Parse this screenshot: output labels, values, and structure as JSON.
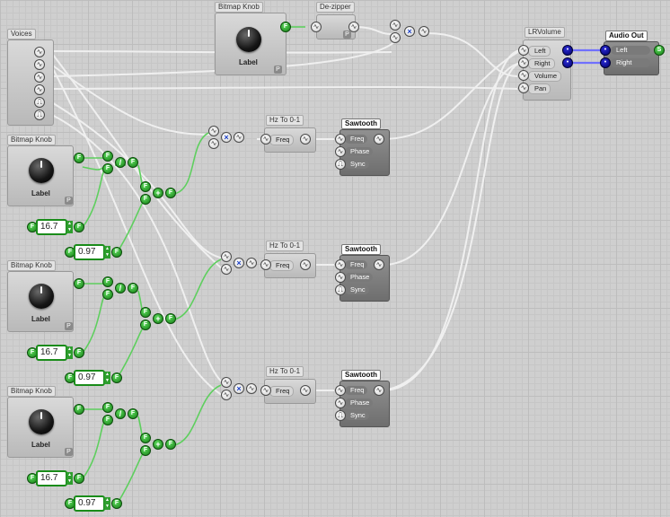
{
  "voices": {
    "title": "Voices"
  },
  "top_knob": {
    "title": "Bitmap Knob",
    "label": "Label",
    "badge": "P"
  },
  "dezipper": {
    "title": "De-zipper",
    "badge": "P"
  },
  "lrvolume": {
    "title": "LRVolume",
    "inputs": [
      "Left",
      "Right",
      "Volume",
      "Pan"
    ]
  },
  "audio_out": {
    "title": "Audio Out",
    "inputs": [
      "Left",
      "Right"
    ],
    "badge": "S"
  },
  "rows": [
    {
      "knob_title": "Bitmap Knob",
      "knob_label": "Label",
      "badge": "P",
      "value1": "16.7",
      "value2": "0.97",
      "hz_title": "Hz To 0-1",
      "hz_input": "Freq",
      "saw_title": "Sawtooth",
      "saw_inputs": [
        "Freq",
        "Phase",
        "Sync"
      ]
    },
    {
      "knob_title": "Bitmap Knob",
      "knob_label": "Label",
      "badge": "P",
      "value1": "16.7",
      "value2": "0.97",
      "hz_title": "Hz To 0-1",
      "hz_input": "Freq",
      "saw_title": "Sawtooth",
      "saw_inputs": [
        "Freq",
        "Phase",
        "Sync"
      ]
    },
    {
      "knob_title": "Bitmap Knob",
      "knob_label": "Label",
      "badge": "P",
      "value1": "16.7",
      "value2": "0.97",
      "hz_title": "Hz To 0-1",
      "hz_input": "Freq",
      "saw_title": "Sawtooth",
      "saw_inputs": [
        "Freq",
        "Phase",
        "Sync"
      ]
    }
  ],
  "pins": {
    "float": "F",
    "wave": "∿",
    "pulse": "⎍",
    "blue": "•",
    "multiply": "×",
    "divide": "/",
    "add": "+"
  },
  "colors": {
    "float_wire": "#5ecf5e",
    "audio_wire": "#f4f4f4",
    "stereo_wire": "#6a6aff",
    "float_pin": "#1f9a1f",
    "blue_pin": "#0a0a8a"
  }
}
